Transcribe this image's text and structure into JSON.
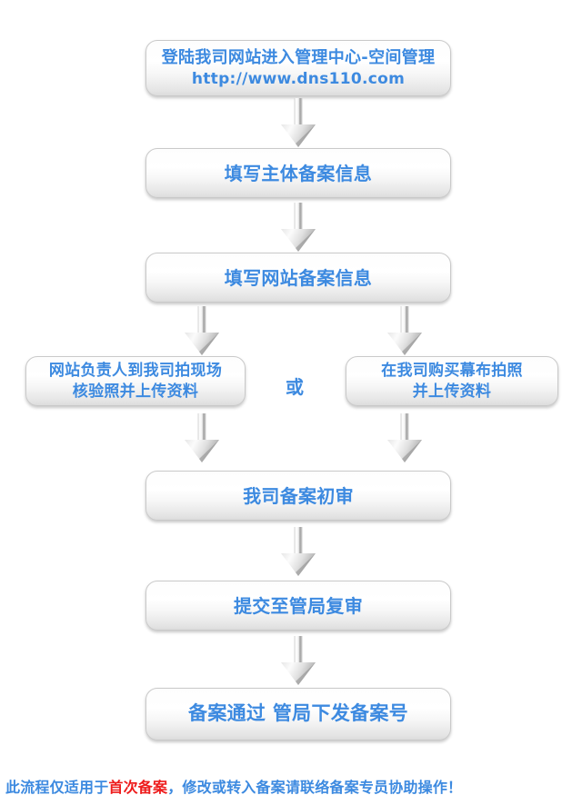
{
  "page": {
    "title": "备案流程图",
    "background": "#ffffff",
    "accent_color": "#3d8ae0",
    "highlight_color": "#ee1c1c",
    "box_border_color": "#c9c9c9"
  },
  "flow": {
    "nodes": [
      {
        "id": "login",
        "line1": "登陆我司网站进入管理中心-空间管理",
        "line2": "http://www.dns110.com"
      },
      {
        "id": "entity",
        "text": "填写主体备案信息"
      },
      {
        "id": "site",
        "text": "填写网站备案信息"
      },
      {
        "id": "onsite",
        "text": "网站负责人到我司拍现场\n核验照并上传资料"
      },
      {
        "id": "curtain",
        "text": "在我司购买幕布拍照\n并上传资料"
      },
      {
        "id": "review",
        "text": "我司备案初审"
      },
      {
        "id": "submit",
        "text": "提交至管局复审"
      },
      {
        "id": "pass",
        "text": "备案通过  管局下发备案号"
      }
    ],
    "branch_separator": "或",
    "arrows": [
      {
        "id": "arrow-1",
        "from": "login",
        "to": "entity"
      },
      {
        "id": "arrow-2",
        "from": "entity",
        "to": "site"
      },
      {
        "id": "arrow-l1",
        "from": "site",
        "to": "onsite"
      },
      {
        "id": "arrow-r1",
        "from": "site",
        "to": "curtain"
      },
      {
        "id": "arrow-l2",
        "from": "onsite",
        "to": "review"
      },
      {
        "id": "arrow-r2",
        "from": "curtain",
        "to": "review"
      },
      {
        "id": "arrow-3",
        "from": "review",
        "to": "submit"
      },
      {
        "id": "arrow-4",
        "from": "submit",
        "to": "pass"
      }
    ]
  },
  "footer": {
    "prefix": "此流程仅适用于",
    "highlight": "首次备案",
    "suffix": "，修改或转入备案请联络备案专员协助操作！"
  }
}
